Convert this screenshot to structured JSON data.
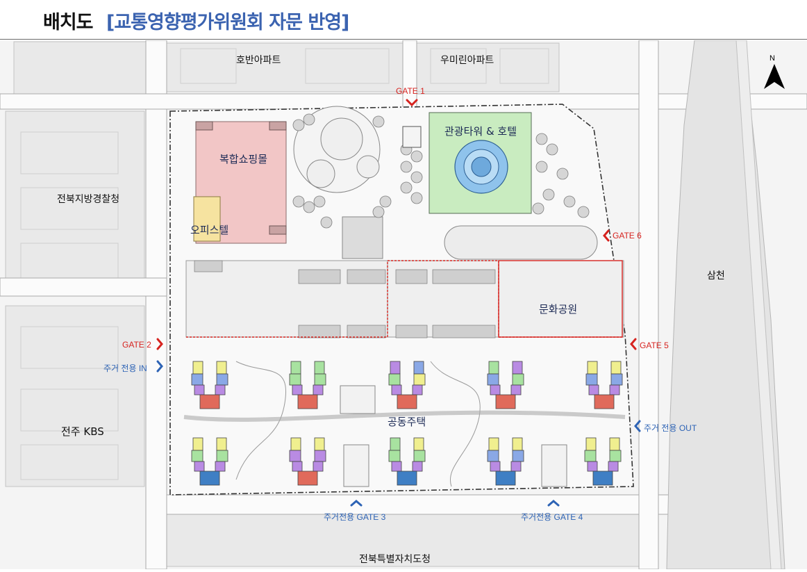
{
  "header": {
    "title": "배치도",
    "subtitle": "[교통영향평가위원회 자문 반영]"
  },
  "surroundings": {
    "north_left": "호반아파트",
    "north_right": "우미린아파트",
    "west_top": "전북지방경찰청",
    "west_bottom": "전주 KBS",
    "east": "삼천",
    "south": "전북특별자치도청"
  },
  "zones": {
    "shopping_mall": "복합쇼핑몰",
    "officetel": "오피스텔",
    "tower_hotel": "관광타워 & 호텔",
    "culture_park": "문화공원",
    "housing": "공동주택"
  },
  "gates": {
    "gate1": "GATE 1",
    "gate2": "GATE 2",
    "gate5": "GATE 5",
    "gate6": "GATE 6",
    "res_in": "주거 전용  IN",
    "res_out": "주거 전용 OUT",
    "res_gate3": "주거전용 GATE 3",
    "res_gate4": "주거전용 GATE 4"
  },
  "compass": {
    "label": "N"
  },
  "colors": {
    "mall": "#f2c6c6",
    "officetel": "#f6e3a0",
    "hotel": "#c9ecc0",
    "tower": "#8fc3ec",
    "red_line": "#d6231f",
    "gate_blue": "#2d63b5",
    "title_blue": "#3b63b0"
  }
}
